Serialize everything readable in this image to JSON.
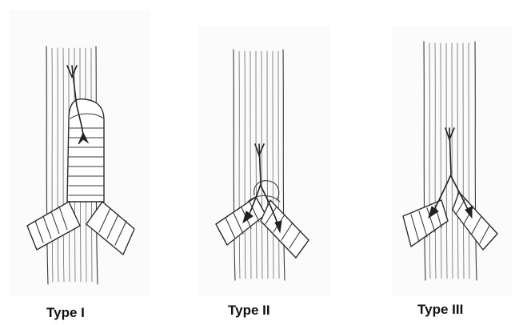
{
  "figure": {
    "panels": [
      {
        "id": "type-1",
        "caption": "Type I"
      },
      {
        "id": "type-2",
        "caption": "Type II"
      },
      {
        "id": "type-3",
        "caption": "Type III"
      }
    ]
  }
}
